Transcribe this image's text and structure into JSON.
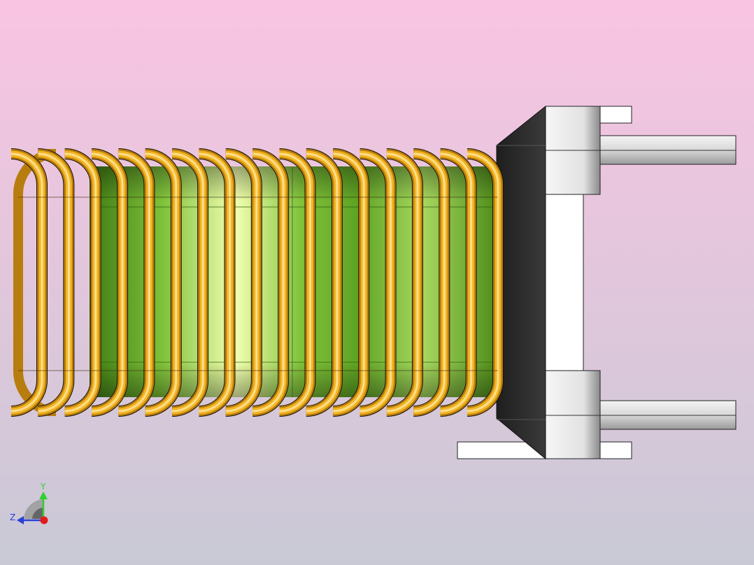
{
  "viewport": {
    "background_top_color": "#f9c4e2",
    "background_bottom_color": "#c9c9d6"
  },
  "model": {
    "winding_count": 18,
    "wire_color": "#f2b523",
    "wire_shadow_color": "#b77d0e",
    "core_color": "#7fc23a",
    "core_highlight_color": "#f2ffb0",
    "base_color": "#2a2a2a",
    "bracket_color": "#ececec",
    "pin_color": "#d8d8d8"
  },
  "triad": {
    "y_label": "Y",
    "z_label": "Z",
    "y_color": "#2fd12f",
    "z_color": "#2a3fd6",
    "x_color": "#e21b1b"
  }
}
